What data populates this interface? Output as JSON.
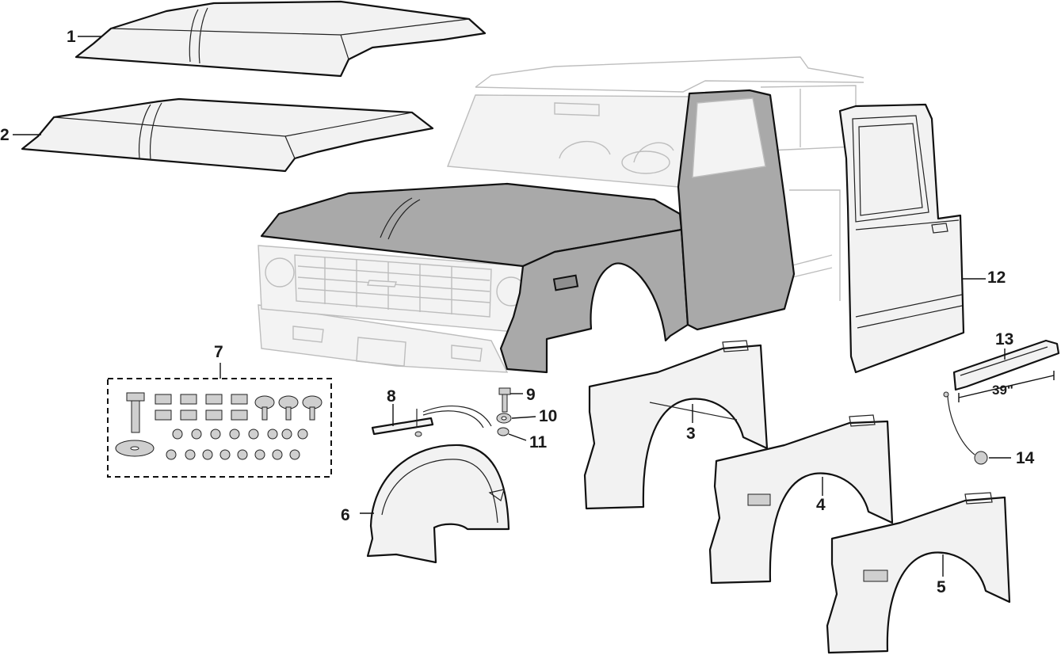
{
  "callouts": {
    "c1": "1",
    "c2": "2",
    "c3": "3",
    "c4": "4",
    "c5": "5",
    "c6": "6",
    "c7": "7",
    "c8": "8",
    "c9": "9",
    "c10": "10",
    "c11": "11",
    "c12": "12",
    "c13": "13",
    "c14": "14"
  },
  "dimension_label": "39\""
}
